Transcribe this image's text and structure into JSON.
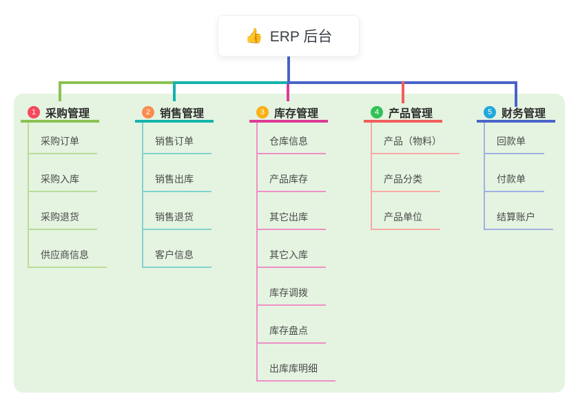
{
  "root": {
    "icon": "👍",
    "title": "ERP 后台"
  },
  "colors": {
    "panel_background": "#e4f4e1",
    "trunk_line": "#4a63c8"
  },
  "branches": [
    {
      "num": "1",
      "label": "采购管理",
      "badge_color": "#f5495e",
      "line_color": "#8bc152",
      "light_line_color": "#b9dc96",
      "items": [
        "采购订单",
        "采购入库",
        "采购退货",
        "供应商信息"
      ]
    },
    {
      "num": "2",
      "label": "销售管理",
      "badge_color": "#fb8b4e",
      "line_color": "#14b3ab",
      "light_line_color": "#82d2cc",
      "items": [
        "销售订单",
        "销售出库",
        "销售退货",
        "客户信息"
      ]
    },
    {
      "num": "3",
      "label": "库存管理",
      "badge_color": "#fbb016",
      "line_color": "#dd3a96",
      "light_line_color": "#ef8ec5",
      "items": [
        "仓库信息",
        "产品库存",
        "其它出库",
        "其它入库",
        "库存调拨",
        "库存盘点",
        "出库库明细"
      ]
    },
    {
      "num": "4",
      "label": "产品管理",
      "badge_color": "#33c158",
      "line_color": "#f25d5d",
      "light_line_color": "#f8a9a4",
      "items": [
        "产品（物料）",
        "产品分类",
        "产品单位"
      ]
    },
    {
      "num": "5",
      "label": "财务管理",
      "badge_color": "#22a7dc",
      "line_color": "#4a63c8",
      "light_line_color": "#9fb0e0",
      "items": [
        "回款单",
        "付款单",
        "结算账户"
      ]
    }
  ]
}
